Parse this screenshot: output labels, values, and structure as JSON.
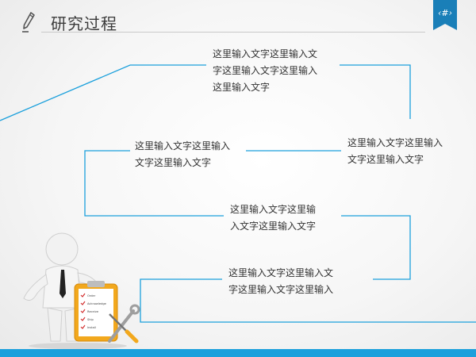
{
  "header": {
    "title": "研究过程",
    "page_number": "‹#›"
  },
  "steps": [
    {
      "text": "这里输入文字这里输入文\n字这里输入文字这里输入\n这里输入文字"
    },
    {
      "text": "这里输入文字这里输入\n文字这里输入文字"
    },
    {
      "text": "这里输入文字这里输入\n文字这里输入文字"
    },
    {
      "text": "这里输入文字这里输\n入文字这里输入文字"
    },
    {
      "text": "这里输入文字这里输入文\n字这里输入文字这里输入"
    }
  ],
  "checklist": {
    "items": [
      "Order",
      "Acknowledge",
      "Receive",
      "Ship",
      "Install"
    ]
  },
  "colors": {
    "accent": "#1ba0dc",
    "badge": "#1a7fb8",
    "text": "#333333"
  }
}
